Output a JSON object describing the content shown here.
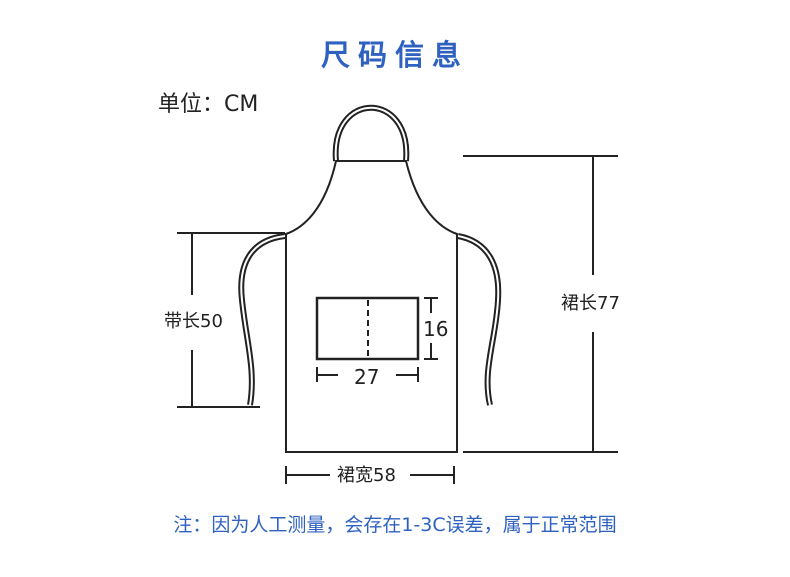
{
  "title": "尺码信息",
  "unit": "单位：CM",
  "dimensions": {
    "strap_length": {
      "label": "带长",
      "value": "50"
    },
    "apron_length": {
      "label": "裙长",
      "value": "77"
    },
    "apron_width": {
      "label": "裙宽",
      "value": "58"
    },
    "pocket_width": {
      "value": "27"
    },
    "pocket_height": {
      "value": "16"
    }
  },
  "strap_length_text": "带长50",
  "apron_length_text": "裙长77",
  "apron_width_text": "裙宽58",
  "note": "注：因为人工测量，会存在1-3C误差，属于正常范围",
  "colors": {
    "title": "#2f62c0",
    "note": "#2f62c0",
    "lines": "#222222"
  }
}
